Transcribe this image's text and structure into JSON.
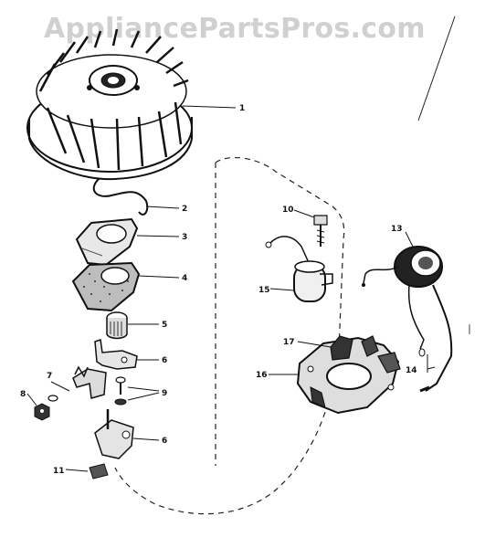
{
  "watermark": "AppliancePartsPros.com",
  "callouts": {
    "c1": "1",
    "c2": "2",
    "c3": "3",
    "c4": "4",
    "c5": "5",
    "c6": "6",
    "c7": "7",
    "c8": "8",
    "c9": "9",
    "c10": "10",
    "c11": "11",
    "c13": "13",
    "c14": "14",
    "c15": "15",
    "c16": "16",
    "c17": "17"
  },
  "ink_color": "#111111",
  "watermark_color": "#d0d0d0"
}
